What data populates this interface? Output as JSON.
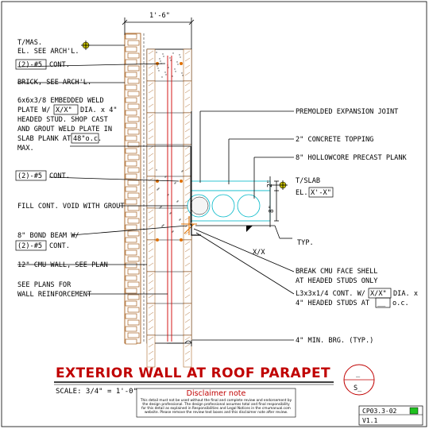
{
  "dimensions": {
    "width_label": "1'-6\"",
    "height_label": "8\"",
    "topping_label": "2\""
  },
  "labels": {
    "t_mas": "T/MAS.",
    "el_see_arch": "EL. SEE ARCH'L.",
    "top_bars": "(2)-#5",
    "top_bars_suffix": "CONT.",
    "brick": "BRICK, SEE ARCH'L.",
    "weld_l1": "6x6x3/8 EMBEDDED WELD",
    "weld_l2_pre": "PLATE W/",
    "weld_l2_box": "X/X\"",
    "weld_l2_post": "DIA. x 4\"",
    "weld_l3": "HEADED STUD. SHOP CAST",
    "weld_l4": "AND GROUT WELD PLATE IN",
    "weld_l5_pre": "SLAB PLANK AT",
    "weld_l5_box": "48\"o.c.",
    "weld_l6": "MAX.",
    "mid_bars": "(2)-#5",
    "mid_bars_suffix": "CONT.",
    "fill_void": "FILL CONT. VOID WITH GROUT",
    "bond_l1": "8\" BOND BEAM W/",
    "bond_l2_box": "(2)-#5",
    "bond_l2_post": "CONT.",
    "cmu": "12\" CMU WALL, SEE PLAN",
    "plans_l1": "SEE PLANS FOR",
    "plans_l2": "WALL REINFORCEMENT",
    "premolded": "PREMOLDED EXPANSION JOINT",
    "topping": "2\" CONCRETE TOPPING",
    "hollowcore": "8\" HOLLOWCORE PRECAST PLANK",
    "t_slab": "T/SLAB",
    "el_slab_pre": "EL.",
    "el_slab_box": "X'-X\"",
    "typ": "TYP.",
    "xx": "X/X",
    "break_l1": "BREAK CMU FACE SHELL",
    "break_l2": "AT HEADED STUDS ONLY",
    "angle_l1_pre": "L3x3x1/4 CONT. W/",
    "angle_l1_box": "X/X\"",
    "angle_l1_post": "DIA. x",
    "angle_l2_pre": "4\" HEADED STUDS AT",
    "angle_l2_box": "__",
    "angle_l2_post": "o.c.",
    "min_brg": "4\" MIN. BRG. (TYP.)"
  },
  "title": {
    "text": "EXTERIOR WALL AT ROOF PARAPET",
    "scale": "SCALE: 3/4\" = 1'-0\""
  },
  "bubble": {
    "top": "_",
    "bottom": "S_"
  },
  "disclaimer": {
    "title": "Disclaimer note",
    "line1": "This detail must not be used without the final and complete review and endorsement by",
    "line2": "the design professional. The design professional assumes total and final responsibility",
    "line3": "for this detail as explained in Responsibilities and Legal Notices in the cmumanual.com",
    "line4": "website. Please remove the review text boxes and this disclaimer note after review."
  },
  "sheet": {
    "number": "CP03.3-02",
    "version": "V1.1"
  },
  "colors": {
    "title": "#c00000",
    "brick": "#9a4a00",
    "rebar": "#d00000",
    "grout": "#e07000",
    "plank": "#00b8c8",
    "marker": "#c8c000",
    "badge": "#1fc21f"
  }
}
